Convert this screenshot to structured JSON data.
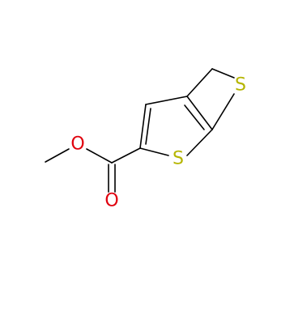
{
  "molecule": {
    "atoms": {
      "ester_oxygen": {
        "symbol": "O",
        "color": "#e0000d"
      },
      "carbonyl_oxygen": {
        "symbol": "O",
        "color": "#e0000d"
      },
      "thiophene_sulfur": {
        "symbol": "S",
        "color": "#b5b500"
      },
      "ring_sulfur": {
        "symbol": "S",
        "color": "#b5b500"
      }
    },
    "bond_color": "#000000"
  }
}
